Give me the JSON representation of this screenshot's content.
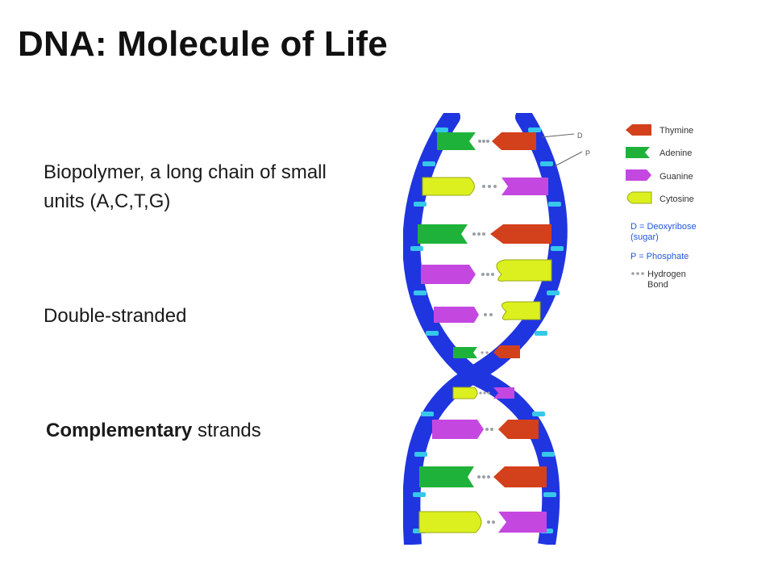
{
  "slide": {
    "title": "DNA: Molecule of Life",
    "bullets": {
      "first": "Biopolymer, a long chain of small units (A,C,T,G)",
      "second": "Double-stranded",
      "third_bold": "Complementary",
      "third_rest": " strands"
    }
  },
  "diagram": {
    "pointer_labels": {
      "d": "D",
      "p": "P"
    },
    "legend": [
      {
        "name": "Thymine",
        "color": "#d3401c"
      },
      {
        "name": "Adenine",
        "color": "#1fb23a"
      },
      {
        "name": "Guanine",
        "color": "#c448e0"
      },
      {
        "name": "Cytosine",
        "color": "#dcf020"
      }
    ],
    "key": {
      "deoxyribose_line1": "D = Deoxyribose",
      "deoxyribose_line2": "(sugar)",
      "phosphate": "P = Phosphate",
      "hydrogen_line1": "Hydrogen",
      "hydrogen_line2": "Bond"
    },
    "colors": {
      "backbone": "#1f35e0",
      "phosphate_band": "#36c8ea",
      "hydrogen_dot": "#9aa0a6"
    }
  }
}
